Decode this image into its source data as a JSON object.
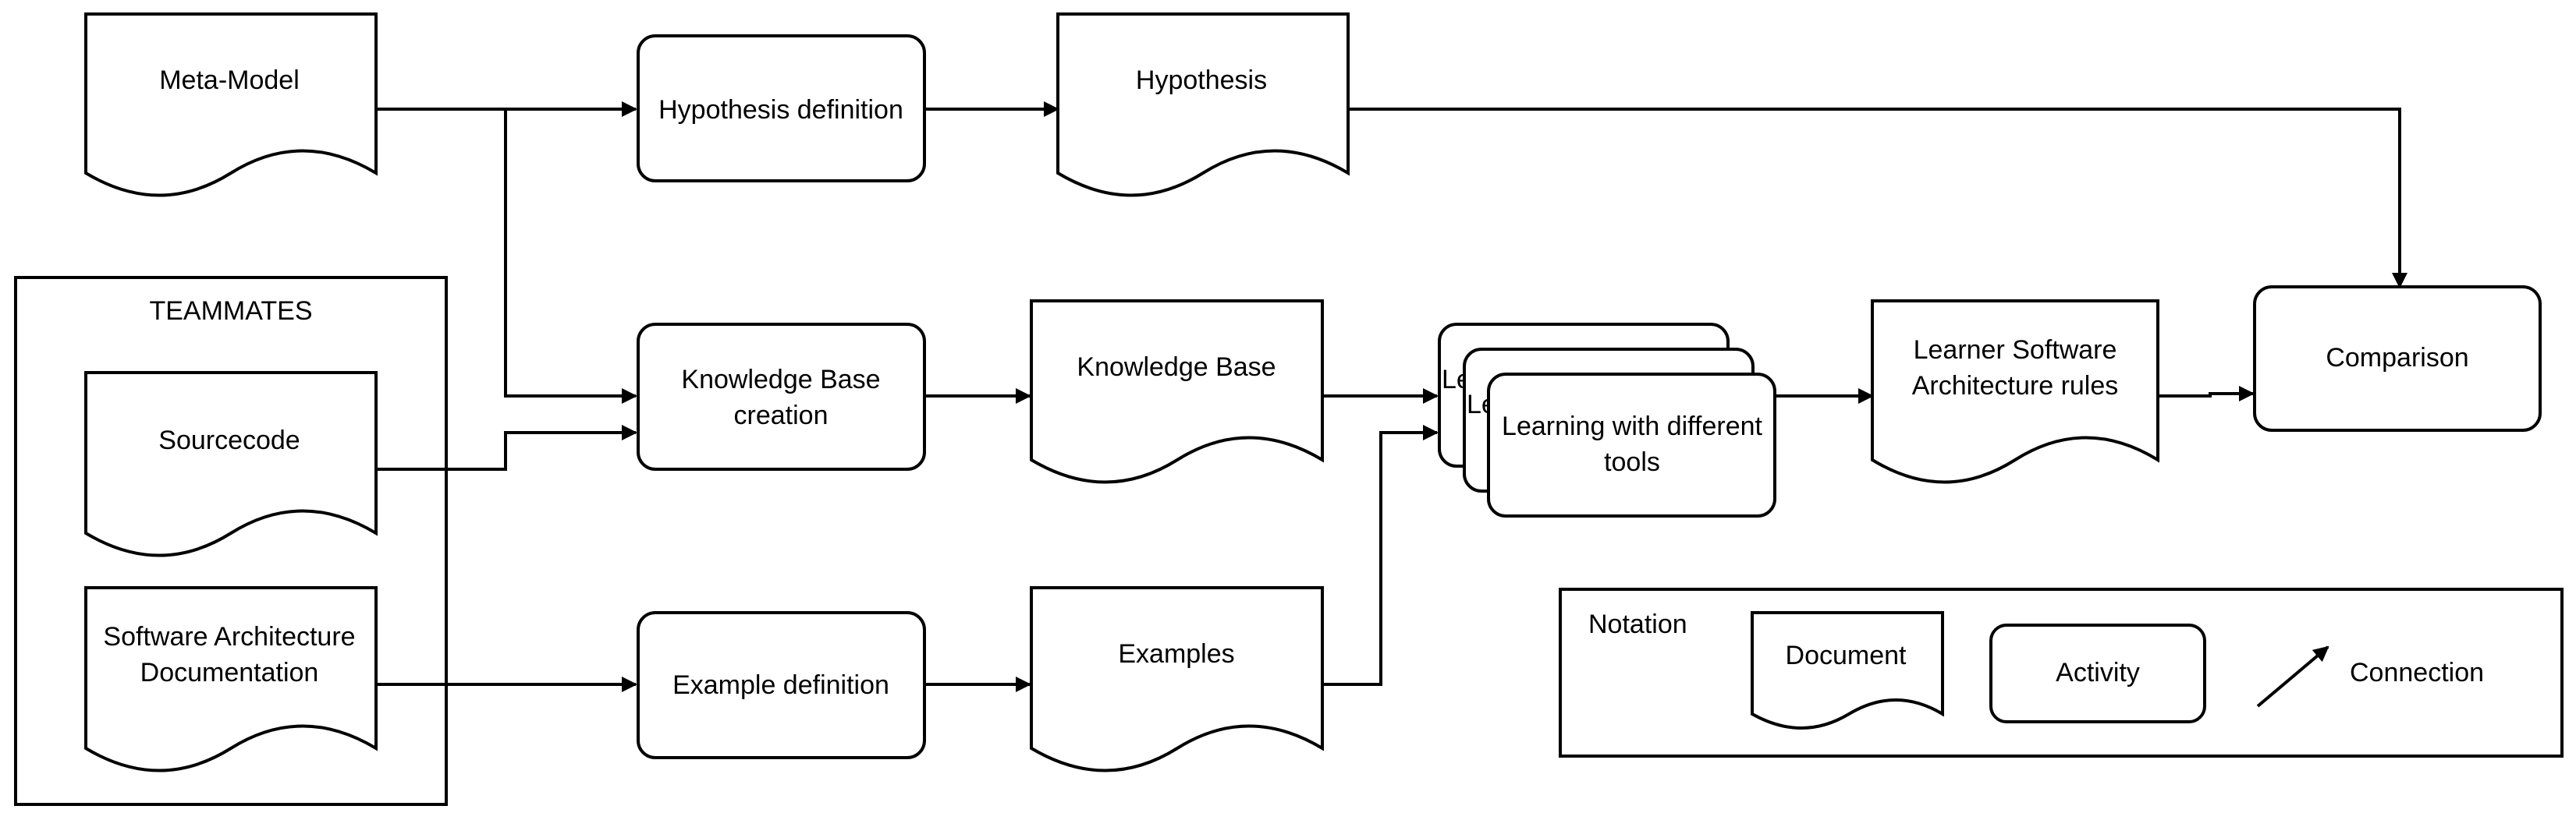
{
  "diagram": {
    "documents": {
      "meta_model": "Meta-Model",
      "hypothesis": "Hypothesis",
      "sourcecode": "Sourcecode",
      "sa_documentation": [
        "Software Architecture",
        "Documentation"
      ],
      "knowledge_base": "Knowledge Base",
      "examples": "Examples",
      "learner_rules": [
        "Learner Software",
        "Architecture rules"
      ]
    },
    "activities": {
      "hypothesis_definition": "Hypothesis definition",
      "kb_creation": [
        "Knowledge Base",
        "creation"
      ],
      "example_definition": "Example definition",
      "learning_back_1": "Le",
      "learning_back_2": "Le",
      "learning": [
        "Learning with different",
        "tools"
      ],
      "comparison": "Comparison"
    },
    "container": {
      "title": "TEAMMATES"
    },
    "notation": {
      "title": "Notation",
      "document": "Document",
      "activity": "Activity",
      "connection": "Connection"
    }
  }
}
